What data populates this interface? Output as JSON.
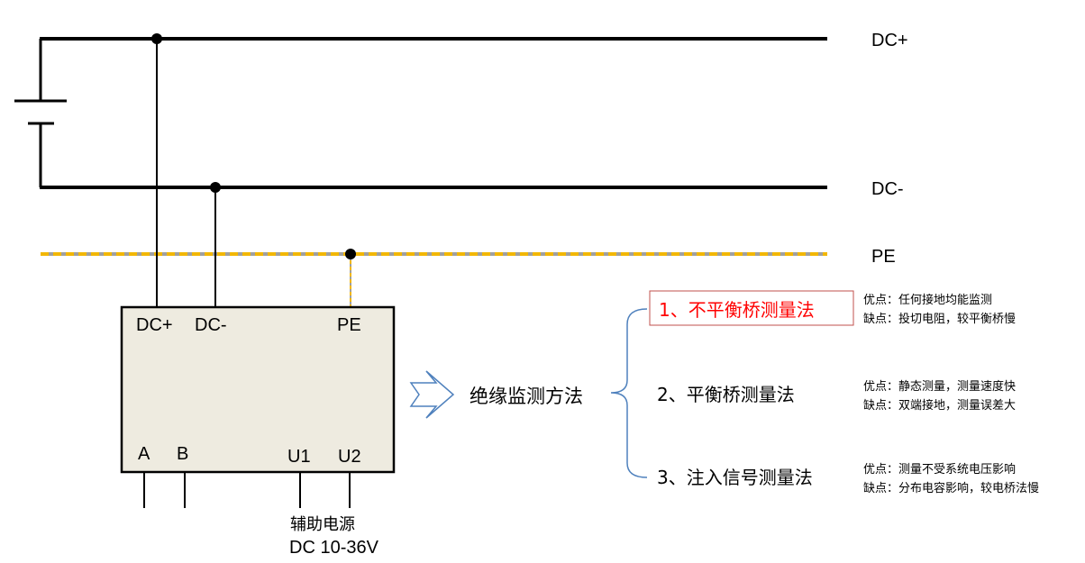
{
  "buses": {
    "dc_plus": "DC+",
    "dc_minus": "DC-",
    "pe": "PE"
  },
  "device": {
    "term_dc_plus": "DC+",
    "term_dc_minus": "DC-",
    "term_pe": "PE",
    "term_a": "A",
    "term_b": "B",
    "term_u1": "U1",
    "term_u2": "U2"
  },
  "aux_power": {
    "label": "辅助电源",
    "voltage": "DC 10-36V"
  },
  "methods": {
    "title": "绝缘监测方法",
    "items": [
      {
        "name": "1、不平衡桥测量法",
        "pros": "优点：任何接地均能监测",
        "cons": "缺点：投切电阻，较平衡桥慢"
      },
      {
        "name": "2、平衡桥测量法",
        "pros": "优点：静态测量，测量速度快",
        "cons": "缺点：双端接地，测量误差大"
      },
      {
        "name": "3、注入信号测量法",
        "pros": "优点：测量不受系统电压影响",
        "cons": "缺点：分布电容影响，较电桥法慢"
      }
    ]
  },
  "colors": {
    "wire": "#000000",
    "device_fill": "#EEEBE0",
    "pe_dash": "#F2B705",
    "pe_base": "#A0A0A0",
    "arrow_stroke": "#4F81BD",
    "brace_stroke": "#4F81BD",
    "highlight_text": "#FF0000",
    "highlight_border": "#C0504D"
  }
}
